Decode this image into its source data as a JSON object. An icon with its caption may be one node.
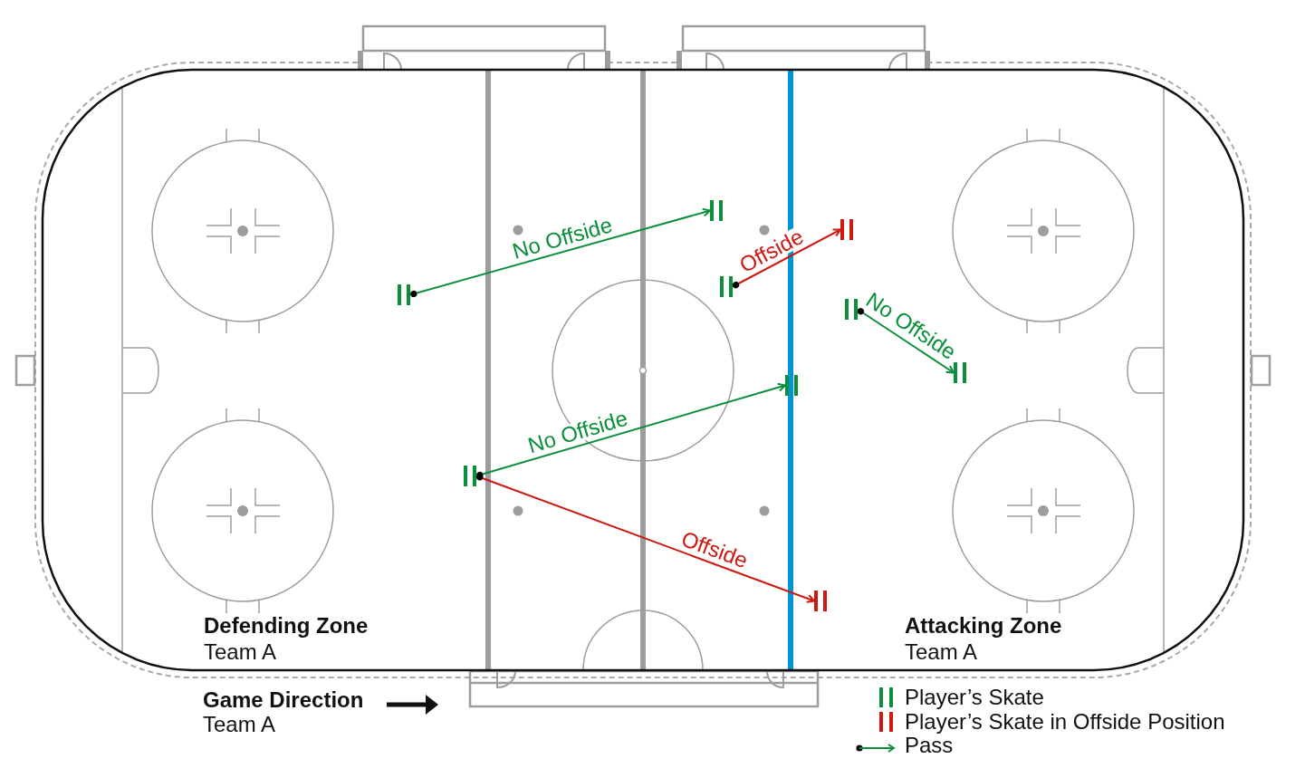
{
  "diagram": {
    "nodes": [
      {
        "text": [],
        "shape": "bar"
      },
      {
        "text": [],
        "shape": "bar"
      },
      {
        "text": [],
        "shape": "bar"
      },
      {
        "text": [],
        "shape": "bar"
      },
      {
        "text": [],
        "shape": "bar"
      },
      {
        "text": [],
        "shape": "bar"
      },
      {
        "text": [],
        "shape": "bar"
      },
      {
        "text": [],
        "shape": "bar"
      },
      {
        "text": [],
        "shape": "bar"
      }
    ],
    "edges": [
      {
        "from": 3,
        "to": 0,
        "arrow": "to",
        "label": "No Offside"
      },
      {
        "from": 2,
        "to": 1,
        "arrow": "to",
        "label": "Offside",
        "color": "#cc1a12"
      },
      {
        "from": 4,
        "to": 5,
        "arrow": "to",
        "label": "No Offside"
      },
      {
        "from": 7,
        "to": 6,
        "arrow": "to",
        "label": "No Offside"
      },
      {
        "from": 7,
        "to": 8,
        "arrow": "to",
        "label": "Offside",
        "color": "#cc1a12"
      }
    ],
    "labels": [
      "Defending Zone",
      "Team A",
      "Attacking Zone",
      "Team A",
      "Game Direction",
      "Team A"
    ],
    "legend": [
      {
        "text": "Player’s Skate",
        "color": "#0b8f3b"
      },
      {
        "text": "Player’s Skate in Offside Position",
        "color": "#cc1a12"
      },
      {
        "text": "Pass"
      }
    ]
  }
}
